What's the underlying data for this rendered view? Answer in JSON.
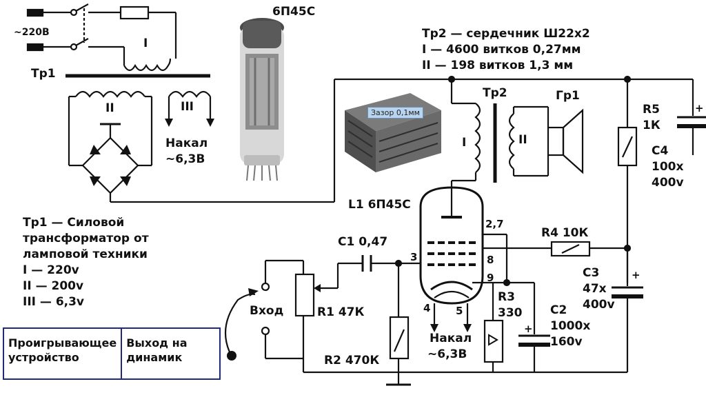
{
  "mains_label": "~220В",
  "tr1": {
    "label": "Тр1",
    "primary_label": "I",
    "secondary_label": "II",
    "heater_winding_label": "III",
    "heater_label_line1": "Накал",
    "heater_label_line2": "~6,3В"
  },
  "tube_photo_label": "6П45С",
  "tr2_spec": {
    "line1": "Тр2 — сердечник Ш22х2",
    "line2": "I — 4600 витков 0,27мм",
    "line3": "II — 198 витков 1,3 мм"
  },
  "tr2": {
    "label": "Тр2",
    "primary": "I",
    "secondary": "II",
    "gap_tag": "Зазор 0,1мм"
  },
  "speaker_label": "Гр1",
  "tube_label": "L1 6П45С",
  "pins": {
    "p27": "2,7",
    "p3": "3",
    "p8": "8",
    "p9": "9",
    "p4": "4",
    "p5": "5"
  },
  "tube_heater_line1": "Накал",
  "tube_heater_line2": "~6,3В",
  "r5": {
    "name": "R5",
    "value": "1К"
  },
  "c4": {
    "name": "C4",
    "value1": "100х",
    "value2": "400v"
  },
  "r4": {
    "label": "R4 10К"
  },
  "c3": {
    "name": "C3",
    "value1": "47х",
    "value2": "400v"
  },
  "c1": {
    "label": "C1 0,47"
  },
  "r1": {
    "label": "R1 47К"
  },
  "r2": {
    "label": "R2 470К"
  },
  "r3": {
    "name": "R3",
    "value": "330"
  },
  "c2": {
    "name": "C2",
    "value1": "1000х",
    "value2": "160v"
  },
  "input_label": "Вход",
  "tr1_notes": {
    "line1": "Тр1 — Силовой",
    "line2": "трансформатор от",
    "line3": "ламповой техники",
    "line4": "I — 220v",
    "line5": "II — 200v",
    "line6": "III — 6,3v"
  },
  "legend": {
    "player": "Проигрывающее\nустройство",
    "output": "Выход на\nдинамик"
  }
}
